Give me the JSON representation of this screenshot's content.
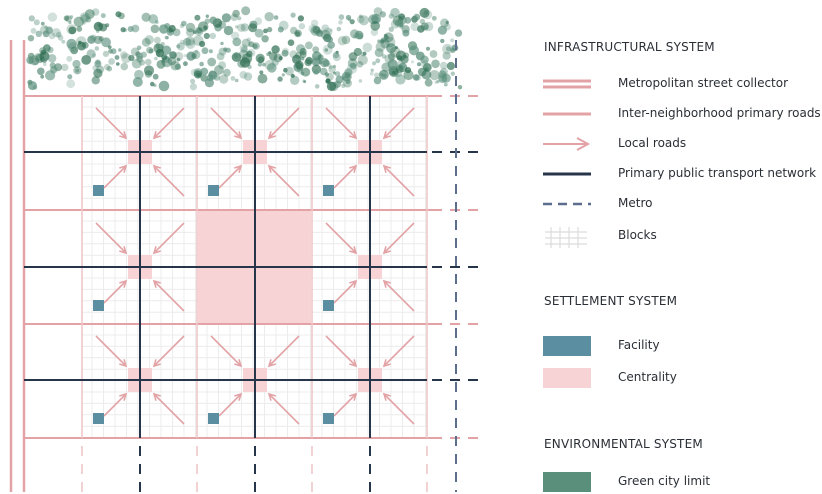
{
  "colors": {
    "road": "#e3a3a6",
    "road_light": "#efc6c7",
    "transit": "#27354b",
    "metro": "#5d6e8c",
    "block_grid": "#ececec",
    "facility": "#5a8ea0",
    "centrality": "#f8d3d5",
    "green": "#5a8f7c"
  },
  "legend": {
    "infrastructural": {
      "title": "INFRASTRUCTURAL SYSTEM",
      "items": [
        {
          "label": "Metropolitan street collector",
          "icon": "double-line"
        },
        {
          "label": "Inter-neighborhood primary roads",
          "icon": "single-line"
        },
        {
          "label": "Local roads",
          "icon": "arrow"
        },
        {
          "label": "Primary public transport network",
          "icon": "dark-line"
        },
        {
          "label": "Metro",
          "icon": "dashed-line"
        },
        {
          "label": "Blocks",
          "icon": "grid"
        }
      ]
    },
    "settlement": {
      "title": "SETTLEMENT SYSTEM",
      "items": [
        {
          "label": "Facility",
          "icon": "facility-box"
        },
        {
          "label": "Centrality",
          "icon": "centrality-box"
        }
      ]
    },
    "environmental": {
      "title": "ENVIRONMENTAL SYSTEM",
      "items": [
        {
          "label": "Green city limit",
          "icon": "green-box"
        }
      ]
    }
  }
}
